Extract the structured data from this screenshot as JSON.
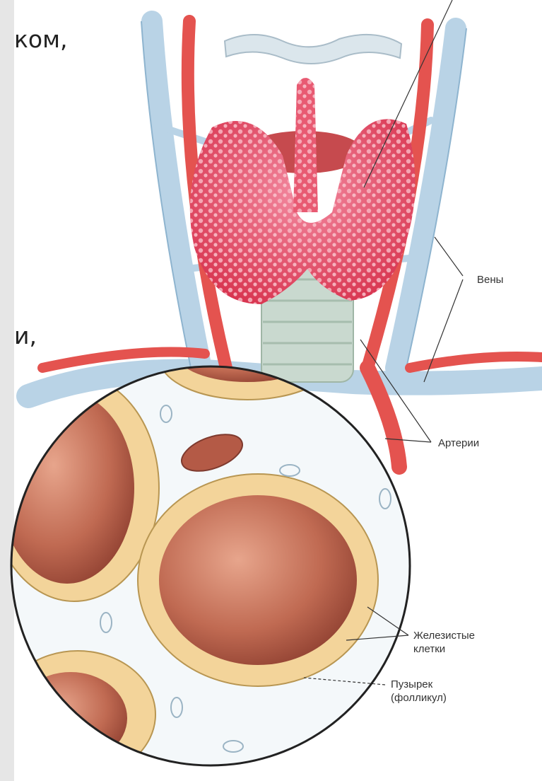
{
  "text_fragments": {
    "line1": "ком,",
    "line2": "и,"
  },
  "labels": {
    "veins": "Вены",
    "arteries": "Артерии",
    "gland_cells_line1": "Железистые",
    "gland_cells_line2": "клетки",
    "follicle_line1": "Пузырек",
    "follicle_line2": "(фолликул)"
  },
  "colors": {
    "artery": "#e4534f",
    "vein": "#b9d3e6",
    "gland": "#e85a72",
    "trachea": "#c9d9cf",
    "colloid": "#c06a52",
    "cells": "#f3d49a"
  }
}
